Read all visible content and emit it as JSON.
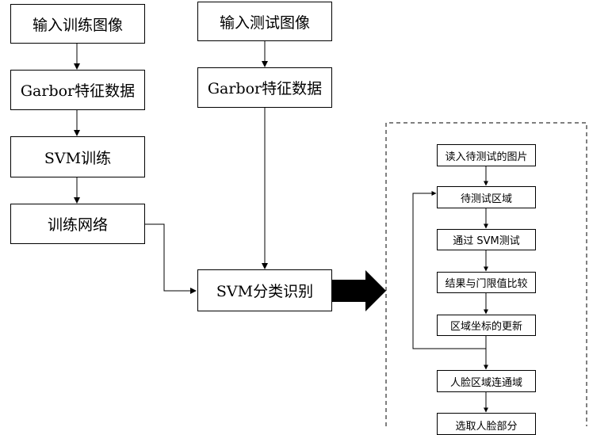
{
  "training_flow": {
    "input_training_images": "输入训练图像",
    "gabor_features": "Garbor特征数据",
    "svm_training": "SVM训练",
    "training_network": "训练网络"
  },
  "test_flow": {
    "input_test_images": "输入测试图像",
    "gabor_features": "Garbor特征数据",
    "svm_classification": "SVM分类识别"
  },
  "detail_flow": {
    "steps": [
      "读入待测试的图片",
      "待测试区域",
      "通过 SVM测试",
      "结果与门限值比较",
      "区域坐标的更新",
      "人脸区域连通域",
      "选取人脸部分"
    ]
  }
}
